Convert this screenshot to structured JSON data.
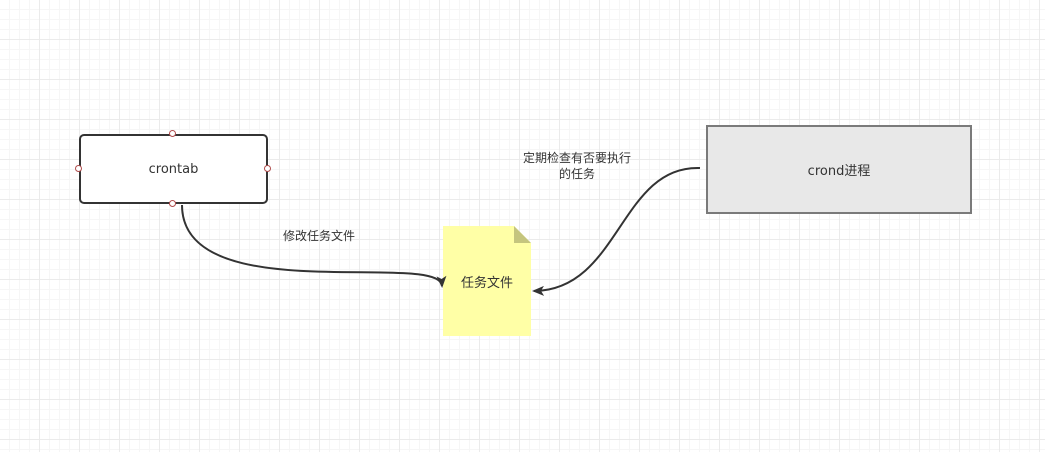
{
  "nodes": {
    "crontab": "crontab",
    "task_file": "任务文件",
    "crond": "crond进程"
  },
  "edges": {
    "modify_label": "修改任务文件",
    "check_label_line1": "定期检查有否要执行",
    "check_label_line2": "的任务"
  },
  "colors": {
    "note_fill": "#ffffa6",
    "note_fold": "#c5c57e",
    "process_fill": "#e8e8e8",
    "process_border": "#7a7a7a",
    "stroke": "#333333",
    "handle": "#b04d4d"
  }
}
